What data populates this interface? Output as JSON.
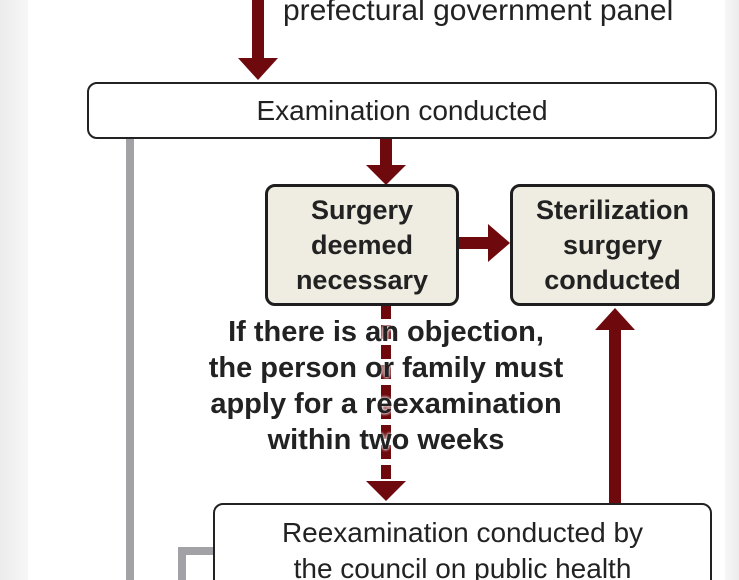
{
  "top_label": "prefectural government panel",
  "examination_box": "Examination conducted",
  "surgery_box": [
    "Surgery",
    "deemed",
    "necessary"
  ],
  "sterilization_box": [
    "Sterilization",
    "surgery",
    "conducted"
  ],
  "objection_note": [
    "If there is an objection,",
    "the person or family must",
    "apply for a reexamination",
    "within two weeks"
  ],
  "reexamination_box": [
    "Reexamination conducted by",
    "the council on public health"
  ],
  "colors": {
    "arrow": "#6e0a0d",
    "gray_line": "#a2a2a6",
    "box_fill": "#efece1"
  }
}
